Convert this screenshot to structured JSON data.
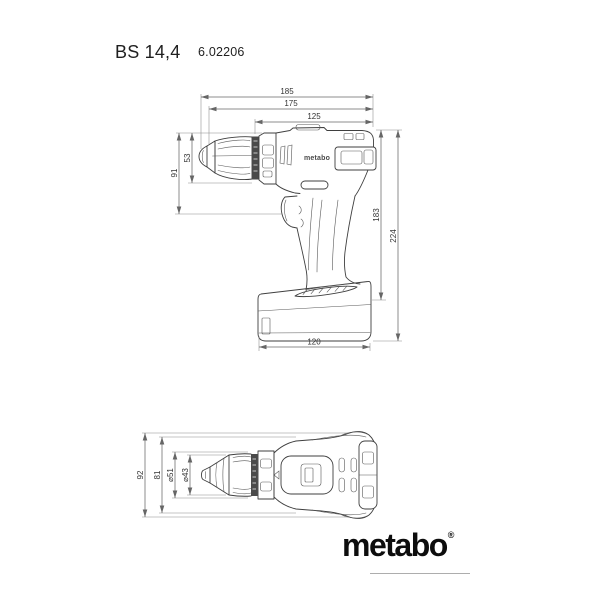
{
  "header": {
    "model": "BS 14,4",
    "article_number": "6.02206"
  },
  "side_view": {
    "body_label": "metabo",
    "dimensions": {
      "total_length_mm": "185",
      "length_without_tip_mm": "175",
      "housing_length_mm": "125",
      "chuck_height_mm": "53",
      "front_height_mm": "91",
      "height_to_handle_base_mm": "183",
      "total_height_mm": "224",
      "battery_length_mm": "120"
    }
  },
  "top_view": {
    "dimensions": {
      "total_width_mm": "92",
      "housing_width_mm": "81",
      "chuck_diameter_mm": "⌀51",
      "chuck_front_diameter_mm": "⌀43"
    }
  },
  "footer": {
    "brand": "metabo",
    "registered_mark": "®"
  },
  "colors": {
    "drawing_line": "#3f3f3f",
    "dimension_line": "#666666",
    "dimension_text": "#333333",
    "logo_text": "#0d0d0d",
    "background": "#ffffff"
  }
}
